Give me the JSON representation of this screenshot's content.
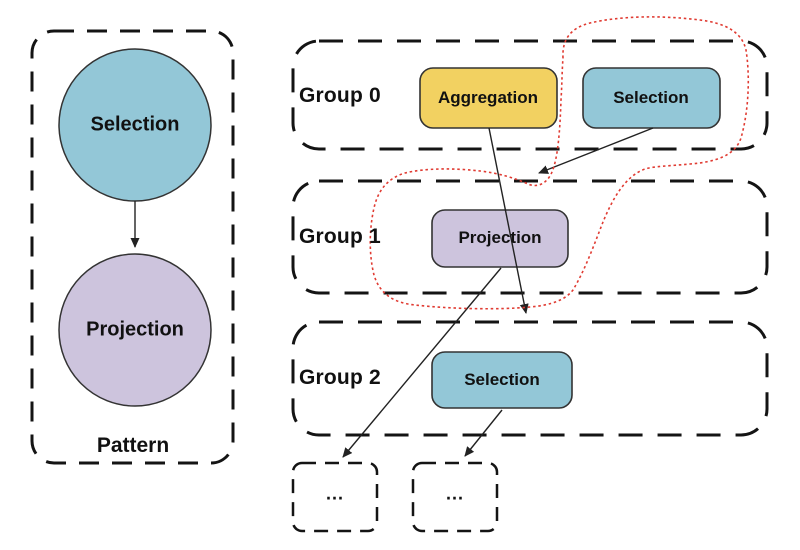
{
  "pattern_panel": {
    "label": "Pattern",
    "nodes": [
      {
        "label": "Selection",
        "type": "selection"
      },
      {
        "label": "Projection",
        "type": "projection"
      }
    ]
  },
  "groups": [
    {
      "label": "Group 0",
      "nodes": [
        {
          "label": "Aggregation",
          "type": "aggregation"
        },
        {
          "label": "Selection",
          "type": "selection"
        }
      ]
    },
    {
      "label": "Group 1",
      "nodes": [
        {
          "label": "Projection",
          "type": "projection"
        }
      ]
    },
    {
      "label": "Group 2",
      "nodes": [
        {
          "label": "Selection",
          "type": "selection"
        }
      ]
    }
  ],
  "placeholders": [
    {
      "label": "..."
    },
    {
      "label": "..."
    }
  ],
  "edges": [
    {
      "from": "Pattern.Selection",
      "to": "Pattern.Projection"
    },
    {
      "from": "Group0.Aggregation",
      "to": "Group2.Selection"
    },
    {
      "from": "Group0.Selection",
      "to": "Group1.Projection"
    },
    {
      "from": "Group1.Projection",
      "to": "placeholder-left"
    },
    {
      "from": "Group2.Selection",
      "to": "placeholder-right"
    }
  ],
  "highlight": {
    "style": "red-dotted-loop",
    "encircles": [
      "Group0.Selection",
      "Group1.Projection"
    ]
  },
  "colors": {
    "selection_fill": "#93c7d7",
    "aggregation_fill": "#f2d161",
    "projection_fill": "#cdc4dd",
    "node_border": "#333333",
    "dashed_border": "#141414",
    "arrow": "#222222",
    "highlight_loop": "#e03b32"
  }
}
